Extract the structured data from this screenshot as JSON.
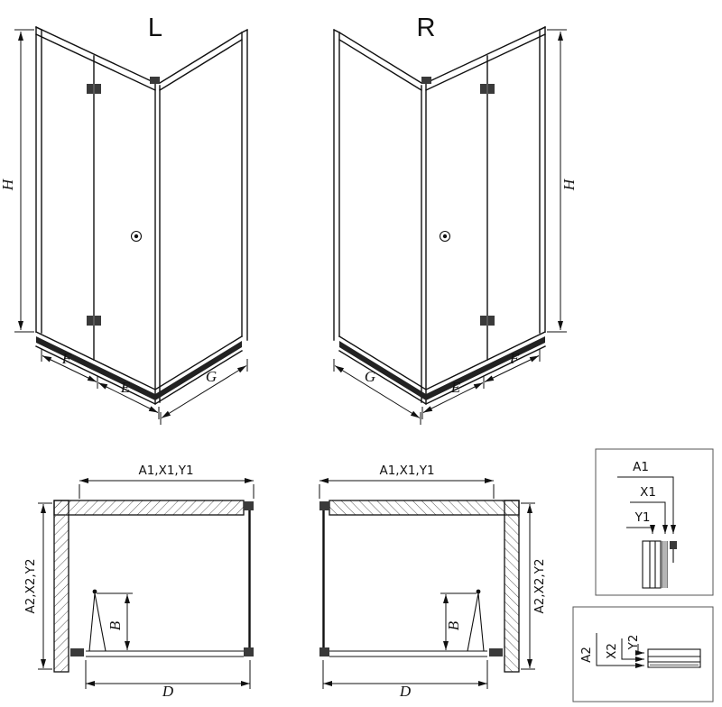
{
  "titles": {
    "left": "L",
    "right": "R"
  },
  "labels": {
    "h": "H",
    "f": "F",
    "e": "E",
    "g": "G",
    "b": "B",
    "d": "D",
    "a1x1y1": "A1,X1,Y1",
    "a2x2y2": "A2,X2,Y2",
    "a1": "A1",
    "x1": "X1",
    "y1": "Y1",
    "a2": "A2",
    "x2": "X2",
    "y2": "Y2"
  },
  "colors": {
    "line": "#111111",
    "hardware": "#3a3a3a",
    "background": "#ffffff"
  }
}
